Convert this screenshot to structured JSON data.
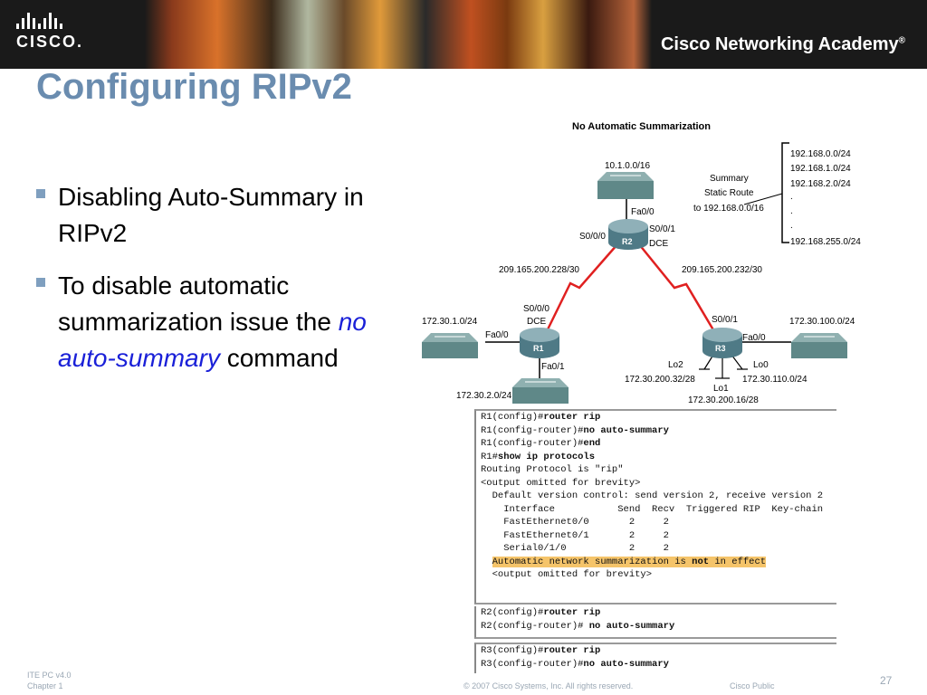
{
  "header": {
    "logo_text": "CISCO.",
    "academy_text": "Cisco Networking Academy",
    "academy_mark": "®"
  },
  "title": "Configuring RIPv2",
  "bullets": [
    {
      "text": "Disabling Auto-Summary in RIPv2"
    },
    {
      "text_before": "To disable automatic summarization issue the ",
      "emphasis": "no auto-summary",
      "text_after": " command"
    }
  ],
  "diagram": {
    "title": "No Automatic Summarization",
    "summary_route": [
      "Summary",
      "Static Route",
      "to 192.168.0.0/16"
    ],
    "r2_networks": [
      "192.168.0.0/24",
      "192.168.1.0/24",
      "192.168.2.0/24",
      ".",
      ".",
      ".",
      "192.168.255.0/24"
    ],
    "labels": {
      "top_lan": "10.1.0.0/16",
      "r2_fa": "Fa0/0",
      "r2_s000": "S0/0/0",
      "r2_s001": "S0/0/1",
      "r2_dce": "DCE",
      "r2_name": "R2",
      "left_link": "209.165.200.228/30",
      "right_link": "209.165.200.232/30",
      "r1_s000": "S0/0/0",
      "r1_dce": "DCE",
      "r1_lan_left": "172.30.1.0/24",
      "r1_fa00": "Fa0/0",
      "r1_name": "R1",
      "r1_fa01": "Fa0/1",
      "r1_lan_bottom": "172.30.2.0/24",
      "r3_s001": "S0/0/1",
      "r3_lan_right": "172.30.100.0/24",
      "r3_fa00": "Fa0/0",
      "r3_name": "R3",
      "lo2": "Lo2",
      "lo0": "Lo0",
      "lo2_net": "172.30.200.32/28",
      "lo0_net": "172.30.110.0/24",
      "lo1": "Lo1",
      "lo1_net": "172.30.200.16/28"
    }
  },
  "terminal1": {
    "lines": [
      {
        "prompt": "R1(config)#",
        "cmd": "router rip"
      },
      {
        "prompt": "R1(config-router)#",
        "cmd": "no auto-summary"
      },
      {
        "prompt": "R1(config-router)#",
        "cmd": "end"
      },
      {
        "prompt": "R1#",
        "cmd": "show ip protocols"
      },
      {
        "text": "Routing Protocol is \"rip\""
      },
      {
        "text": "<output omitted for brevity>"
      },
      {
        "text": "  Default version control: send version 2, receive version 2"
      },
      {
        "text": "    Interface           Send  Recv  Triggered RIP  Key-chain"
      },
      {
        "text": "    FastEthernet0/0       2     2"
      },
      {
        "text": "    FastEthernet0/1       2     2"
      },
      {
        "text": "    Serial0/1/0           2     2"
      }
    ],
    "highlight_before": "Automatic network summarization is ",
    "highlight_bold": "not",
    "highlight_after": " in effect",
    "tail": "<output omitted for brevity>"
  },
  "terminal2": {
    "lines": [
      {
        "prompt": "R2(config)#",
        "cmd": "router rip"
      },
      {
        "prompt": "R2(config-router)# ",
        "cmd": "no auto-summary"
      }
    ]
  },
  "terminal3": {
    "lines": [
      {
        "prompt": "R3(config)#",
        "cmd": "router rip"
      },
      {
        "prompt": "R3(config-router)#",
        "cmd": "no auto-summary"
      }
    ]
  },
  "footer": {
    "course": "ITE PC v4.0",
    "chapter": "Chapter 1",
    "copyright": "© 2007 Cisco Systems, Inc. All rights reserved.",
    "classification": "Cisco Public",
    "page": "27"
  },
  "colors": {
    "title": "#6a8caf",
    "bullet": "#7f9fbf",
    "emphasis": "#1a20d8",
    "serial_link": "#e02020",
    "highlight": "#f5c46a"
  }
}
